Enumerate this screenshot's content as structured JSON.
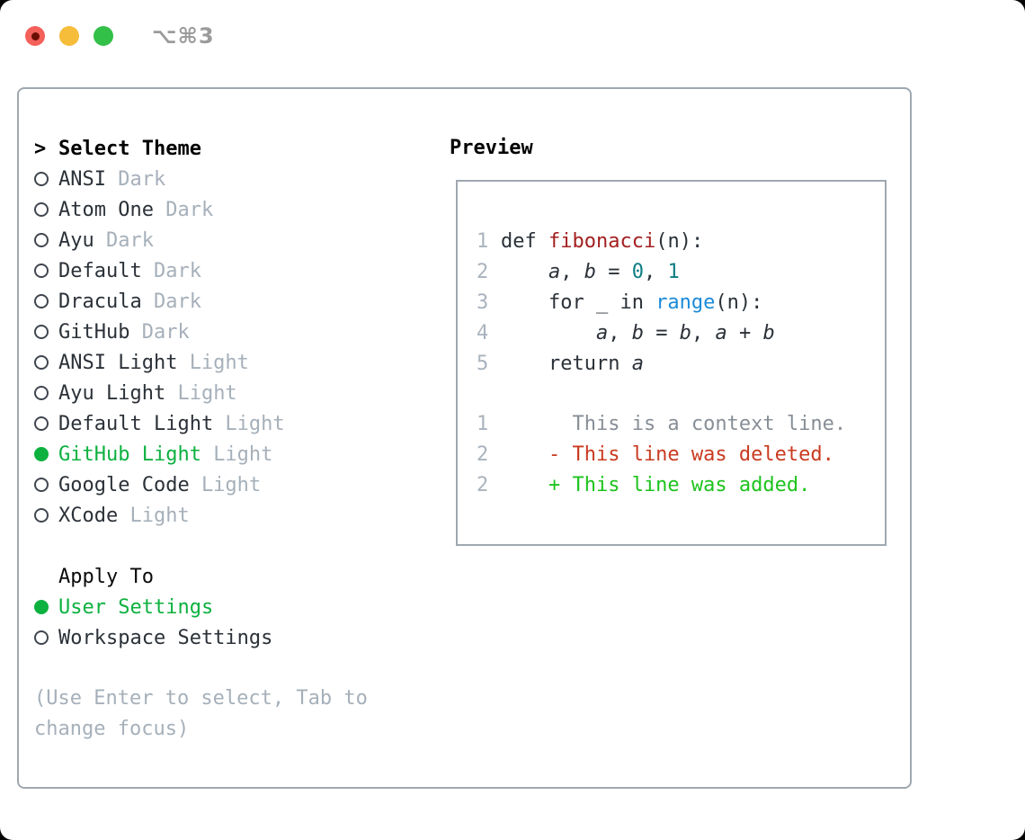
{
  "window": {
    "title": "⌥⌘3"
  },
  "theme_menu": {
    "marker": ">",
    "header": "Select Theme",
    "items": [
      {
        "name": "ANSI",
        "tag": "Dark",
        "selected": false
      },
      {
        "name": "Atom One",
        "tag": "Dark",
        "selected": false
      },
      {
        "name": "Ayu",
        "tag": "Dark",
        "selected": false
      },
      {
        "name": "Default",
        "tag": "Dark",
        "selected": false
      },
      {
        "name": "Dracula",
        "tag": "Dark",
        "selected": false
      },
      {
        "name": "GitHub",
        "tag": "Dark",
        "selected": false
      },
      {
        "name": "ANSI Light",
        "tag": "Light",
        "selected": false
      },
      {
        "name": "Ayu Light",
        "tag": "Light",
        "selected": false
      },
      {
        "name": "Default Light",
        "tag": "Light",
        "selected": false
      },
      {
        "name": "GitHub Light",
        "tag": "Light",
        "selected": true
      },
      {
        "name": "Google Code",
        "tag": "Light",
        "selected": false
      },
      {
        "name": "XCode",
        "tag": "Light",
        "selected": false
      }
    ]
  },
  "apply_to": {
    "header": "Apply To",
    "options": [
      {
        "label": "User Settings",
        "selected": true
      },
      {
        "label": "Workspace Settings",
        "selected": false
      }
    ]
  },
  "hint": "(Use Enter to select, Tab to change focus)",
  "preview": {
    "header": "Preview",
    "code_lines": [
      {
        "no": "1",
        "tokens": [
          {
            "text": "def ",
            "style": "plain"
          },
          {
            "text": "fibonacci",
            "style": "func"
          },
          {
            "text": "(n):",
            "style": "plain"
          }
        ]
      },
      {
        "no": "2",
        "tokens": [
          {
            "text": "    ",
            "style": "plain"
          },
          {
            "text": "a",
            "style": "var"
          },
          {
            "text": ", ",
            "style": "plain"
          },
          {
            "text": "b",
            "style": "var"
          },
          {
            "text": " = ",
            "style": "plain"
          },
          {
            "text": "0",
            "style": "num"
          },
          {
            "text": ", ",
            "style": "plain"
          },
          {
            "text": "1",
            "style": "num"
          }
        ]
      },
      {
        "no": "3",
        "tokens": [
          {
            "text": "    for _ in ",
            "style": "plain"
          },
          {
            "text": "range",
            "style": "builtin"
          },
          {
            "text": "(n):",
            "style": "plain"
          }
        ]
      },
      {
        "no": "4",
        "tokens": [
          {
            "text": "        ",
            "style": "plain"
          },
          {
            "text": "a",
            "style": "var"
          },
          {
            "text": ", ",
            "style": "plain"
          },
          {
            "text": "b",
            "style": "var"
          },
          {
            "text": " = ",
            "style": "plain"
          },
          {
            "text": "b",
            "style": "var"
          },
          {
            "text": ", ",
            "style": "plain"
          },
          {
            "text": "a",
            "style": "var"
          },
          {
            "text": " + ",
            "style": "plain"
          },
          {
            "text": "b",
            "style": "var"
          }
        ]
      },
      {
        "no": "5",
        "tokens": [
          {
            "text": "    return ",
            "style": "plain"
          },
          {
            "text": "a",
            "style": "var"
          }
        ]
      }
    ],
    "diff_lines": [
      {
        "no": "1",
        "kind": "context",
        "text": "      This is a context line."
      },
      {
        "no": "2",
        "kind": "deleted",
        "text": "    - This line was deleted."
      },
      {
        "no": "2",
        "kind": "added",
        "text": "    + This line was added."
      }
    ]
  },
  "colors": {
    "selection_green": "#0cb13f",
    "added_green": "#1dc31d",
    "deleted_red": "#c93a20",
    "context_gray": "#878e96",
    "muted_gray": "#a6b0ba",
    "line_number_gray": "#a9b3bd",
    "text_dark": "#2b3138",
    "function_red": "#a32020",
    "number_teal": "#0e7d82",
    "builtin_blue": "#1b8bd9",
    "panel_border_gray": "#9fa8b0",
    "traffic_red": "#f4605a",
    "traffic_yellow": "#f6bd3a",
    "traffic_green": "#33c048",
    "title_gray": "#9b9b9b"
  }
}
